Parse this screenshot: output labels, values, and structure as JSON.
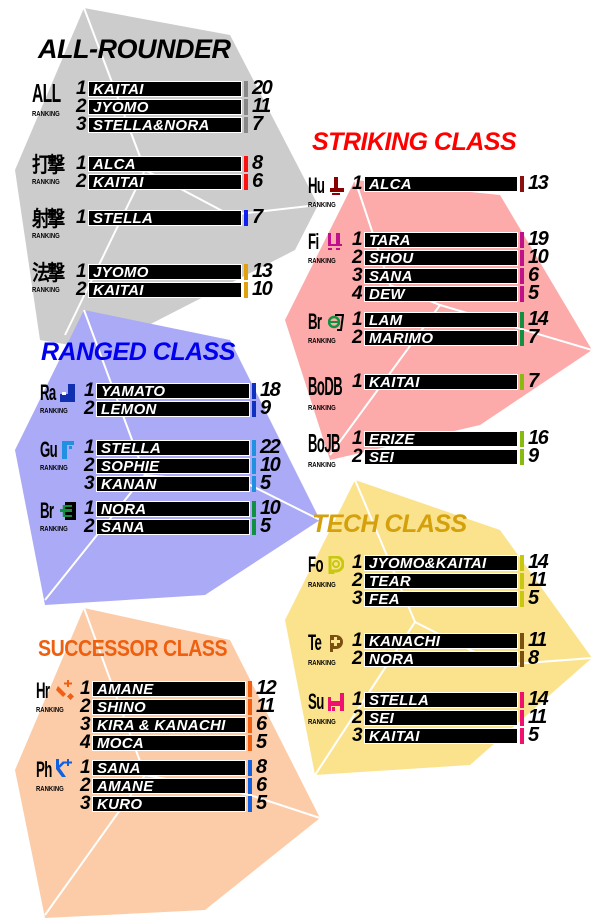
{
  "colors": {
    "allrounder_bg": "#cccccc",
    "striking_bg": "#fcaaaa",
    "ranged_bg": "#aaaaf6",
    "tech_bg": "#fbe38e",
    "successor_bg": "#fccca8",
    "striking_title": "#ff0000",
    "ranged_title": "#0000ee",
    "tech_title": "#d4a00c",
    "successor_title": "#ee6010",
    "allrounder_title": "#000000"
  },
  "sections": {
    "allrounder": {
      "title": "ALL-ROUNDER",
      "groups": [
        {
          "badge": "ALL",
          "badge_type": "code",
          "ranking_label": "RANKING",
          "accent": "#888888",
          "entries": [
            {
              "rank": "1",
              "name": "KAITAI",
              "score": "20"
            },
            {
              "rank": "2",
              "name": "JYOMO",
              "score": "11"
            },
            {
              "rank": "3",
              "name": "STELLA&NORA",
              "score": "7"
            }
          ]
        },
        {
          "badge": "打撃",
          "badge_type": "kanji",
          "ranking_label": "RANKING",
          "accent": "#ff1010",
          "entries": [
            {
              "rank": "1",
              "name": "ALCA",
              "score": "8"
            },
            {
              "rank": "2",
              "name": "KAITAI",
              "score": "6"
            }
          ]
        },
        {
          "badge": "射撃",
          "badge_type": "kanji",
          "ranking_label": "RANKING",
          "accent": "#1020ee",
          "entries": [
            {
              "rank": "1",
              "name": "STELLA",
              "score": "7"
            }
          ]
        },
        {
          "badge": "法撃",
          "badge_type": "kanji",
          "ranking_label": "RANKING",
          "accent": "#e0a010",
          "entries": [
            {
              "rank": "1",
              "name": "JYOMO",
              "score": "13"
            },
            {
              "rank": "2",
              "name": "KAITAI",
              "score": "10"
            }
          ]
        }
      ]
    },
    "striking": {
      "title": "STRIKING CLASS",
      "groups": [
        {
          "badge": "Hu",
          "glyph": "hunter-icon",
          "glyph_color": "#8b0000",
          "ranking_label": "RANKING",
          "accent": "#8b1010",
          "entries": [
            {
              "rank": "1",
              "name": "ALCA",
              "score": "13"
            }
          ]
        },
        {
          "badge": "Fi",
          "glyph": "fighter-icon",
          "glyph_color": "#c0108a",
          "ranking_label": "RANKING",
          "accent": "#c0108a",
          "entries": [
            {
              "rank": "1",
              "name": "TARA",
              "score": "19"
            },
            {
              "rank": "2",
              "name": "SHOU",
              "score": "10"
            },
            {
              "rank": "3",
              "name": "SANA",
              "score": "6"
            },
            {
              "rank": "4",
              "name": "DEW",
              "score": "5"
            }
          ]
        },
        {
          "badge": "Br",
          "glyph": "braver-icon",
          "glyph_color": "#109040",
          "ranking_label": "RANKING",
          "accent": "#109040",
          "entries": [
            {
              "rank": "1",
              "name": "LAM",
              "score": "14"
            },
            {
              "rank": "2",
              "name": "MARIMO",
              "score": "7"
            }
          ]
        },
        {
          "badge": "BoDB",
          "glyph": "bouncer-db-icon",
          "glyph_color": "#7ab010",
          "ranking_label": "RANKING",
          "accent": "#88bb10",
          "entries": [
            {
              "rank": "1",
              "name": "KAITAI",
              "score": "7"
            }
          ]
        },
        {
          "badge": "BoJB",
          "glyph": "bouncer-jb-icon",
          "glyph_color": "#7ab010",
          "ranking_label": "RANKING",
          "accent": "#88bb10",
          "entries": [
            {
              "rank": "1",
              "name": "ERIZE",
              "score": "16"
            },
            {
              "rank": "2",
              "name": "SEI",
              "score": "9"
            }
          ]
        }
      ]
    },
    "ranged": {
      "title": "RANGED CLASS",
      "groups": [
        {
          "badge": "Ra",
          "glyph": "ranger-icon",
          "glyph_color": "#1030b0",
          "ranking_label": "RANKING",
          "accent": "#1030c0",
          "entries": [
            {
              "rank": "1",
              "name": "YAMATO",
              "score": "18"
            },
            {
              "rank": "2",
              "name": "LEMON",
              "score": "9"
            }
          ]
        },
        {
          "badge": "Gu",
          "glyph": "gunner-icon",
          "glyph_color": "#2090e0",
          "ranking_label": "RANKING",
          "accent": "#2090e0",
          "entries": [
            {
              "rank": "1",
              "name": "STELLA",
              "score": "22"
            },
            {
              "rank": "2",
              "name": "SOPHIE",
              "score": "10"
            },
            {
              "rank": "3",
              "name": "KANAN",
              "score": "5"
            }
          ]
        },
        {
          "badge": "Br",
          "glyph": "braver-bow-icon",
          "glyph_color": "#109040",
          "ranking_label": "RANKING",
          "accent": "#109040",
          "entries": [
            {
              "rank": "1",
              "name": "NORA",
              "score": "10"
            },
            {
              "rank": "2",
              "name": "SANA",
              "score": "5"
            }
          ]
        }
      ]
    },
    "tech": {
      "title": "TECH CLASS",
      "groups": [
        {
          "badge": "Fo",
          "glyph": "force-icon",
          "glyph_color": "#c8c810",
          "ranking_label": "RANKING",
          "accent": "#c8c810",
          "entries": [
            {
              "rank": "1",
              "name": "JYOMO&KAITAI",
              "score": "14"
            },
            {
              "rank": "2",
              "name": "TEAR",
              "score": "11"
            },
            {
              "rank": "3",
              "name": "FEA",
              "score": "5"
            }
          ]
        },
        {
          "badge": "Te",
          "glyph": "techer-icon",
          "glyph_color": "#7a5010",
          "ranking_label": "RANKING",
          "accent": "#7a5010",
          "entries": [
            {
              "rank": "1",
              "name": "KANACHI",
              "score": "11"
            },
            {
              "rank": "2",
              "name": "NORA",
              "score": "8"
            }
          ]
        },
        {
          "badge": "Su",
          "glyph": "summoner-icon",
          "glyph_color": "#f01070",
          "ranking_label": "RANKING",
          "accent": "#f01070",
          "entries": [
            {
              "rank": "1",
              "name": "STELLA",
              "score": "14"
            },
            {
              "rank": "2",
              "name": "SEI",
              "score": "11"
            },
            {
              "rank": "3",
              "name": "KAITAI",
              "score": "5"
            }
          ]
        }
      ]
    },
    "successor": {
      "title": "SUCCESSOR CLASS",
      "groups": [
        {
          "badge": "Hr",
          "glyph": "hero-icon",
          "glyph_color": "#f06010",
          "ranking_label": "RANKING",
          "accent": "#f06010",
          "entries": [
            {
              "rank": "1",
              "name": "AMANE",
              "score": "12"
            },
            {
              "rank": "2",
              "name": "SHINO",
              "score": "11"
            },
            {
              "rank": "3",
              "name": "KIRA & KANACHI",
              "score": "6"
            },
            {
              "rank": "4",
              "name": "MOCA",
              "score": "5"
            }
          ]
        },
        {
          "badge": "Ph",
          "glyph": "phantom-icon",
          "glyph_color": "#1060e0",
          "ranking_label": "RANKING",
          "accent": "#1060e0",
          "entries": [
            {
              "rank": "1",
              "name": "SANA",
              "score": "8"
            },
            {
              "rank": "2",
              "name": "AMANE",
              "score": "6"
            },
            {
              "rank": "3",
              "name": "KURO",
              "score": "5"
            }
          ]
        }
      ]
    }
  }
}
